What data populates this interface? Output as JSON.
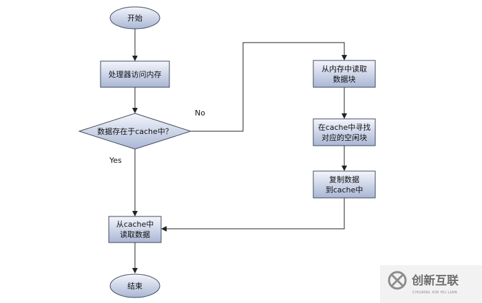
{
  "nodes": {
    "start": "开始",
    "access_memory": "处理器访问内存",
    "decision": "数据存在于cache中？",
    "read_memory": [
      "从内存中读取",
      "数据块"
    ],
    "find_block": [
      "在cache中寻找",
      "对应的空闲块"
    ],
    "copy_data": [
      "复制数据",
      "到cache中"
    ],
    "read_cache": [
      "从cache中",
      "读取数据"
    ],
    "end": "结束"
  },
  "edges": {
    "no_label": "No",
    "yes_label": "Yes"
  },
  "watermark": {
    "brand": "创新互联",
    "pinyin": "CHUANG XIN HU LIAN"
  },
  "colors": {
    "box_fill_top": "#f4f6fc",
    "box_fill_bottom": "#a9b6d4",
    "stroke": "#3f4a5e",
    "line": "#222222"
  }
}
